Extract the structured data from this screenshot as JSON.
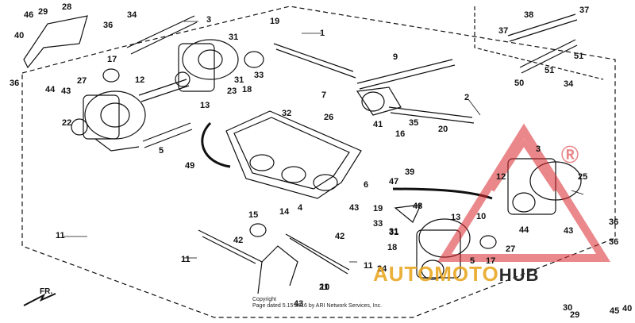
{
  "callouts": [
    "46",
    "29",
    "28",
    "34",
    "3",
    "36",
    "40",
    "36",
    "17",
    "27",
    "44",
    "43",
    "22",
    "12",
    "13",
    "5",
    "31",
    "23",
    "19",
    "1",
    "18",
    "33",
    "31",
    "9",
    "7",
    "2",
    "32",
    "26",
    "41",
    "16",
    "35",
    "20",
    "49",
    "6",
    "39",
    "47",
    "3",
    "25",
    "12",
    "11",
    "14",
    "15",
    "4",
    "43",
    "42",
    "42",
    "19",
    "33",
    "48",
    "31",
    "13",
    "10",
    "21",
    "11",
    "11",
    "10",
    "43",
    "31",
    "18",
    "17",
    "24",
    "5",
    "27",
    "44",
    "43",
    "36",
    "38",
    "37",
    "37",
    "51",
    "50",
    "51",
    "34",
    "45",
    "36",
    "29",
    "30",
    "40"
  ],
  "watermark": {
    "left": "AUTO",
    "right": "MOTO",
    "hub": "HUB",
    "red": "#d9262b",
    "gold": "#e8a317"
  },
  "copyright": [
    "Copyright",
    "Page dated 5.15.2016 by ARI Network Services, Inc."
  ],
  "direction": "FR."
}
